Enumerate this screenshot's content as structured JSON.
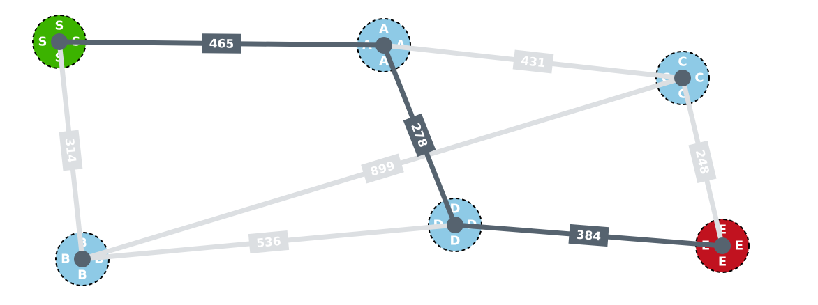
{
  "colors": {
    "edge_default": "#dcdfe2",
    "edge_path": "#56636f",
    "node_default": "#8ecae6",
    "node_start": "#3cb300",
    "node_end": "#c1121f",
    "node_dot": "#56636f",
    "node_border": "#000000"
  },
  "nodes": [
    {
      "id": "S",
      "role": "start"
    },
    {
      "id": "A",
      "role": "default"
    },
    {
      "id": "C",
      "role": "default"
    },
    {
      "id": "B",
      "role": "default"
    },
    {
      "id": "D",
      "role": "default"
    },
    {
      "id": "E",
      "role": "end"
    }
  ],
  "edges": [
    {
      "from": "S",
      "to": "A",
      "weight": "465",
      "on_path": true
    },
    {
      "from": "A",
      "to": "C",
      "weight": "431",
      "on_path": false
    },
    {
      "from": "S",
      "to": "B",
      "weight": "314",
      "on_path": false
    },
    {
      "from": "B",
      "to": "C",
      "weight": "899",
      "on_path": false
    },
    {
      "from": "B",
      "to": "D",
      "weight": "536",
      "on_path": false
    },
    {
      "from": "A",
      "to": "D",
      "weight": "278",
      "on_path": true
    },
    {
      "from": "D",
      "to": "E",
      "weight": "384",
      "on_path": true
    },
    {
      "from": "C",
      "to": "E",
      "weight": "248",
      "on_path": false
    }
  ]
}
